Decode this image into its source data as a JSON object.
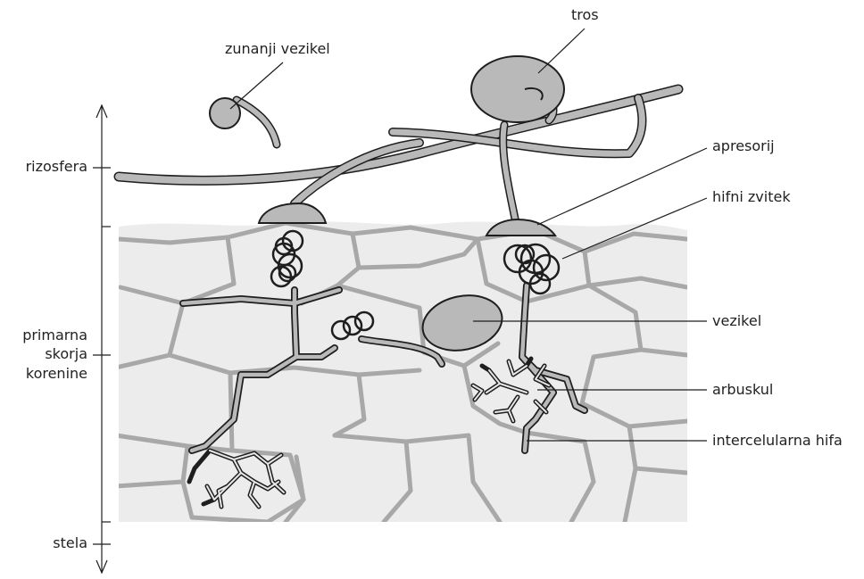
{
  "labels": {
    "tros": "tros",
    "zunanji_vezikel": "zunanji vezikel",
    "apresorij": "apresorij",
    "hifni_zvitek": "hifni zvitek",
    "vezikel": "vezikel",
    "arbuskul": "arbuskul",
    "intercelularna_hifa": "intercelularna hifa",
    "rizosfera": "rizosfera",
    "primarna_skorja_korenine": [
      "primarna",
      "skorja",
      "korenine"
    ],
    "stela": "stela"
  },
  "colors": {
    "cell_fill": "#ececec",
    "cell_wall": "#a8a8a8",
    "fungus_fill": "#b9b9b9",
    "outline": "#1e1e1e"
  }
}
